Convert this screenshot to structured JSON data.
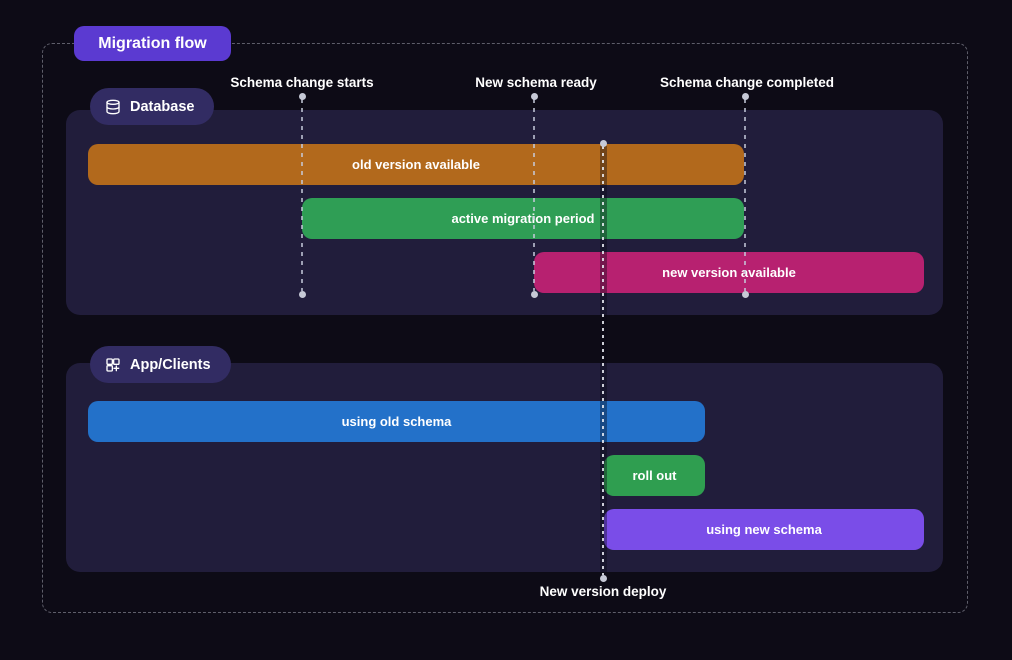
{
  "title": "Migration flow",
  "milestones": [
    {
      "id": "schema-change-starts",
      "label": "Schema change starts"
    },
    {
      "id": "new-schema-ready",
      "label": "New schema ready"
    },
    {
      "id": "schema-change-completed",
      "label": "Schema change completed"
    }
  ],
  "deploy": {
    "label": "New version deploy"
  },
  "sections": [
    {
      "label": "Database",
      "icon": "database-icon",
      "bars": [
        {
          "label": "old version available",
          "color": "#b2691c",
          "from": "timeline-start",
          "to": "schema-change-completed"
        },
        {
          "label": "active migration period",
          "color": "#2f9e55",
          "from": "schema-change-starts",
          "to": "schema-change-completed"
        },
        {
          "label": "new version available",
          "color": "#b72170",
          "from": "new-schema-ready",
          "to": "timeline-end"
        }
      ]
    },
    {
      "label": "App/Clients",
      "icon": "grid-plus-icon",
      "bars": [
        {
          "label": "using old schema",
          "color": "#2371c9",
          "from": "timeline-start",
          "to": "rollout-end"
        },
        {
          "label": "roll out",
          "color": "#2f9e50",
          "from": "new-version-deploy",
          "to": "rollout-end"
        },
        {
          "label": "using new schema",
          "color": "#7a4de8",
          "from": "new-version-deploy",
          "to": "timeline-end"
        }
      ]
    }
  ],
  "colors": {
    "background": "#0d0b16",
    "panel": "#211d3b",
    "title_badge": "#5b3ad1",
    "section_badge": "#322c63",
    "frame_dash": "#5e5e6a",
    "guide_dot": "#c6c9d6",
    "bar_old_version": "#b2691c",
    "bar_active_migration": "#2f9e55",
    "bar_new_version": "#b72170",
    "bar_using_old": "#2371c9",
    "bar_roll_out": "#2f9e50",
    "bar_using_new": "#7a4de8"
  }
}
